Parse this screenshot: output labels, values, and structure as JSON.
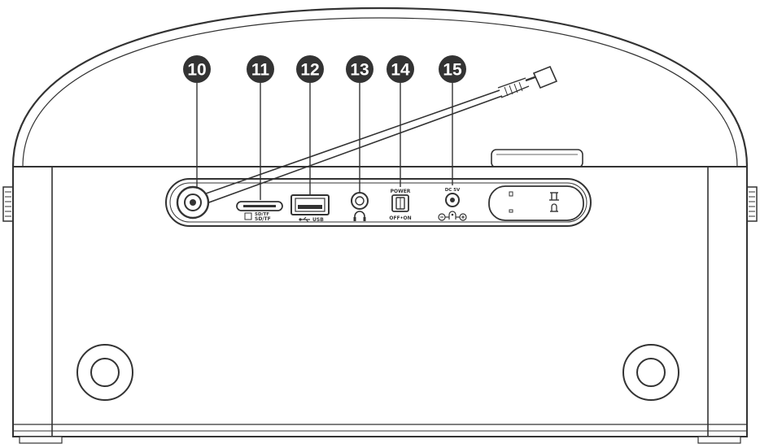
{
  "callouts": [
    {
      "number": "10",
      "part": "antenna-socket"
    },
    {
      "number": "11",
      "part": "sd-tf-card-slot"
    },
    {
      "number": "12",
      "part": "usb-port"
    },
    {
      "number": "13",
      "part": "headphone-jack"
    },
    {
      "number": "14",
      "part": "power-switch"
    },
    {
      "number": "15",
      "part": "dc-input"
    }
  ],
  "labels": {
    "sd_top": "SD/TF",
    "sd_main": "SD/TF",
    "usb": "USB",
    "power": "POWER",
    "off_on": "OFF•ON",
    "dc": "DC 5V"
  },
  "colors": {
    "line": "#333333",
    "callout_fill": "#333333",
    "background": "#ffffff"
  }
}
